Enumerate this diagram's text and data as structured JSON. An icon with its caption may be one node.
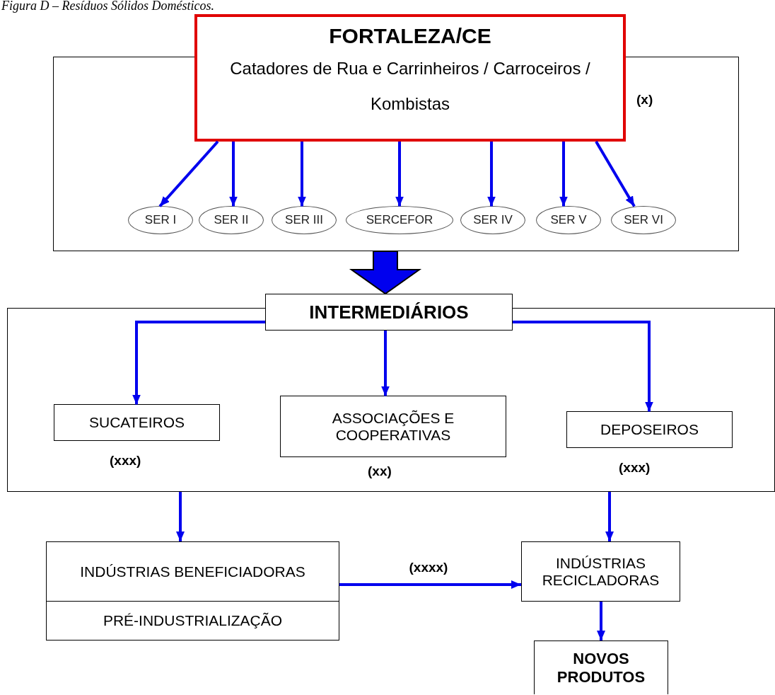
{
  "diagram": {
    "title": "Figura D – Resíduos Sólidos Domésticos.",
    "nodes": [
      {
        "text": [],
        "shape": "box"
      },
      {
        "text": [
          "FORTALEZA/CE",
          "Catadores de Rua e Carrinheiros / Carroceiros / Kombistas"
        ]
      },
      {
        "text": [
          "SER I"
        ],
        "in": 0
      },
      {
        "text": [
          "SER II"
        ],
        "in": 0
      },
      {
        "text": [
          "SER III"
        ],
        "in": 0
      },
      {
        "text": [
          "SERCEFOR"
        ],
        "in": 0
      },
      {
        "text": [
          "SER IV"
        ],
        "in": 0
      },
      {
        "text": [
          "SER V"
        ],
        "in": 0
      },
      {
        "text": [
          "SER VI"
        ],
        "in": 0
      },
      {
        "text": [],
        "shape": "box"
      },
      {
        "text": [
          "INTERMEDIÁRIOS"
        ]
      },
      {
        "text": [
          "SUCATEIROS"
        ],
        "in": 9,
        "beside": [
          "(xxx)"
        ]
      },
      {
        "text": [
          "ASSOCIAÇÕES E COOPERATIVAS"
        ],
        "in": 9,
        "beside": [
          "(xx)"
        ]
      },
      {
        "text": [
          "DEPOSEIROS"
        ],
        "in": 9,
        "beside": [
          "(xxx)"
        ]
      },
      {
        "text": [
          "INDÚSTRIAS BENEFICIADORAS",
          "PRÉ-INDUSTRIALIZAÇÃO"
        ]
      },
      {
        "text": [
          "INDÚSTRIAS RECICLADORAS"
        ]
      },
      {
        "text": [
          "NOVOS PRODUTOS"
        ]
      }
    ],
    "edges": [
      {
        "from": 1,
        "to": 2,
        "arrow": "to"
      },
      {
        "from": 1,
        "to": 3,
        "arrow": "to"
      },
      {
        "from": 1,
        "to": 4,
        "arrow": "to"
      },
      {
        "from": 1,
        "to": 5,
        "arrow": "to"
      },
      {
        "from": 1,
        "to": 6,
        "arrow": "to"
      },
      {
        "from": 1,
        "to": 7,
        "arrow": "to"
      },
      {
        "from": 1,
        "to": 8,
        "arrow": "to"
      },
      {
        "from": 0,
        "to": 10,
        "arrow": "to",
        "style": "thick"
      },
      {
        "from": 10,
        "to": 11,
        "arrow": "to"
      },
      {
        "from": 10,
        "to": 12,
        "arrow": "to"
      },
      {
        "from": 10,
        "to": 13,
        "arrow": "to"
      },
      {
        "from": 9,
        "to": 14,
        "arrow": "to"
      },
      {
        "from": 9,
        "to": 15,
        "arrow": "to"
      },
      {
        "from": 14,
        "to": 15,
        "arrow": "to",
        "label": "(xxxx)"
      },
      {
        "from": 15,
        "to": 16,
        "arrow": "to"
      }
    ],
    "labels": [
      "(x)"
    ]
  }
}
